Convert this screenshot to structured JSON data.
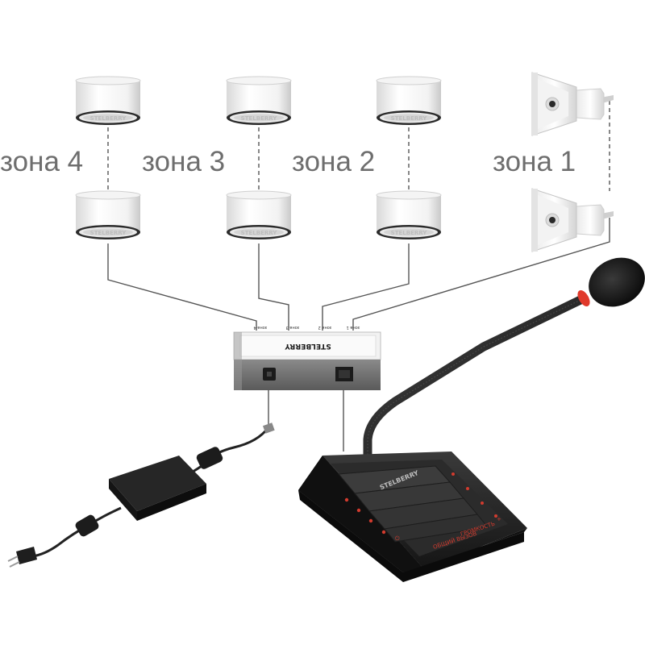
{
  "zones": [
    {
      "label": "зона 4",
      "speaker_type": "ceiling-speaker"
    },
    {
      "label": "зона 3",
      "speaker_type": "ceiling-speaker"
    },
    {
      "label": "зона 2",
      "speaker_type": "ceiling-speaker"
    },
    {
      "label": "зона 1",
      "speaker_type": "horn-speaker"
    }
  ],
  "speaker_brand": "STELBERRY",
  "switch_box": {
    "brand": "STELBERRY",
    "port_labels": [
      "зона 4",
      "зона 3",
      "зона 2",
      "зона 1"
    ]
  },
  "console": {
    "brand": "STELBERRY",
    "button_labels": [
      "ОБЩИЙ ВЫЗОВ",
      "ГРОМКОСТЬ"
    ]
  },
  "colors": {
    "label_gray": "#6e6e6e",
    "wire": "#555555",
    "accent_red": "#d23b2e"
  }
}
